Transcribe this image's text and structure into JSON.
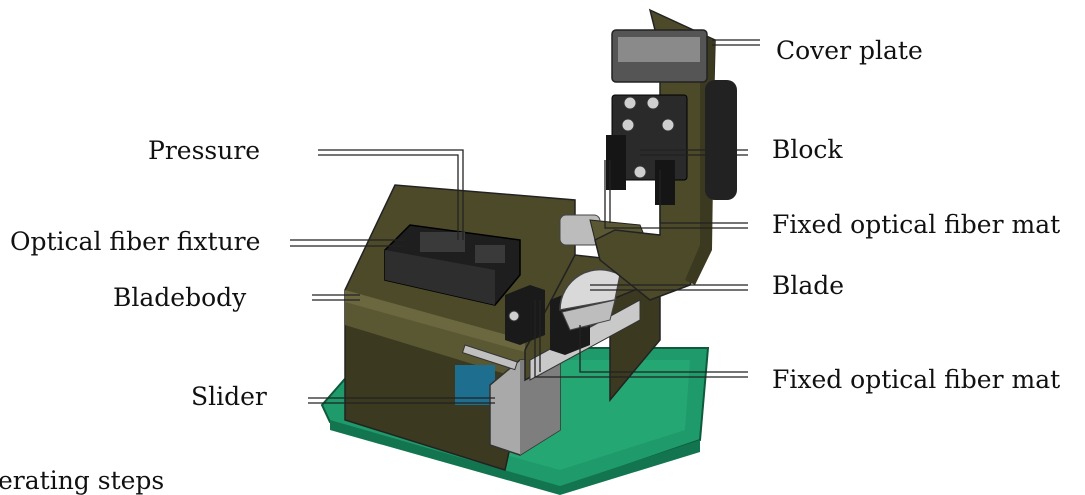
{
  "labels": {
    "cover_plate": "Cover plate",
    "block": "Block",
    "fixed_mat_upper": "Fixed optical fiber mat",
    "blade": "Blade",
    "fixed_mat_lower": "Fixed optical fiber mat",
    "pressure": "Pressure",
    "fiber_fixture": "Optical fiber fixture",
    "blade_body": "Bladebody",
    "slider": "Slider"
  },
  "footer_text": "erating steps",
  "colors": {
    "body_olive": "#4d4a2a",
    "body_olive_light": "#6b6840",
    "base_green": "#1f9a6a",
    "fixture_black": "#1e1e1e",
    "metal_gray": "#b8b8b8"
  }
}
